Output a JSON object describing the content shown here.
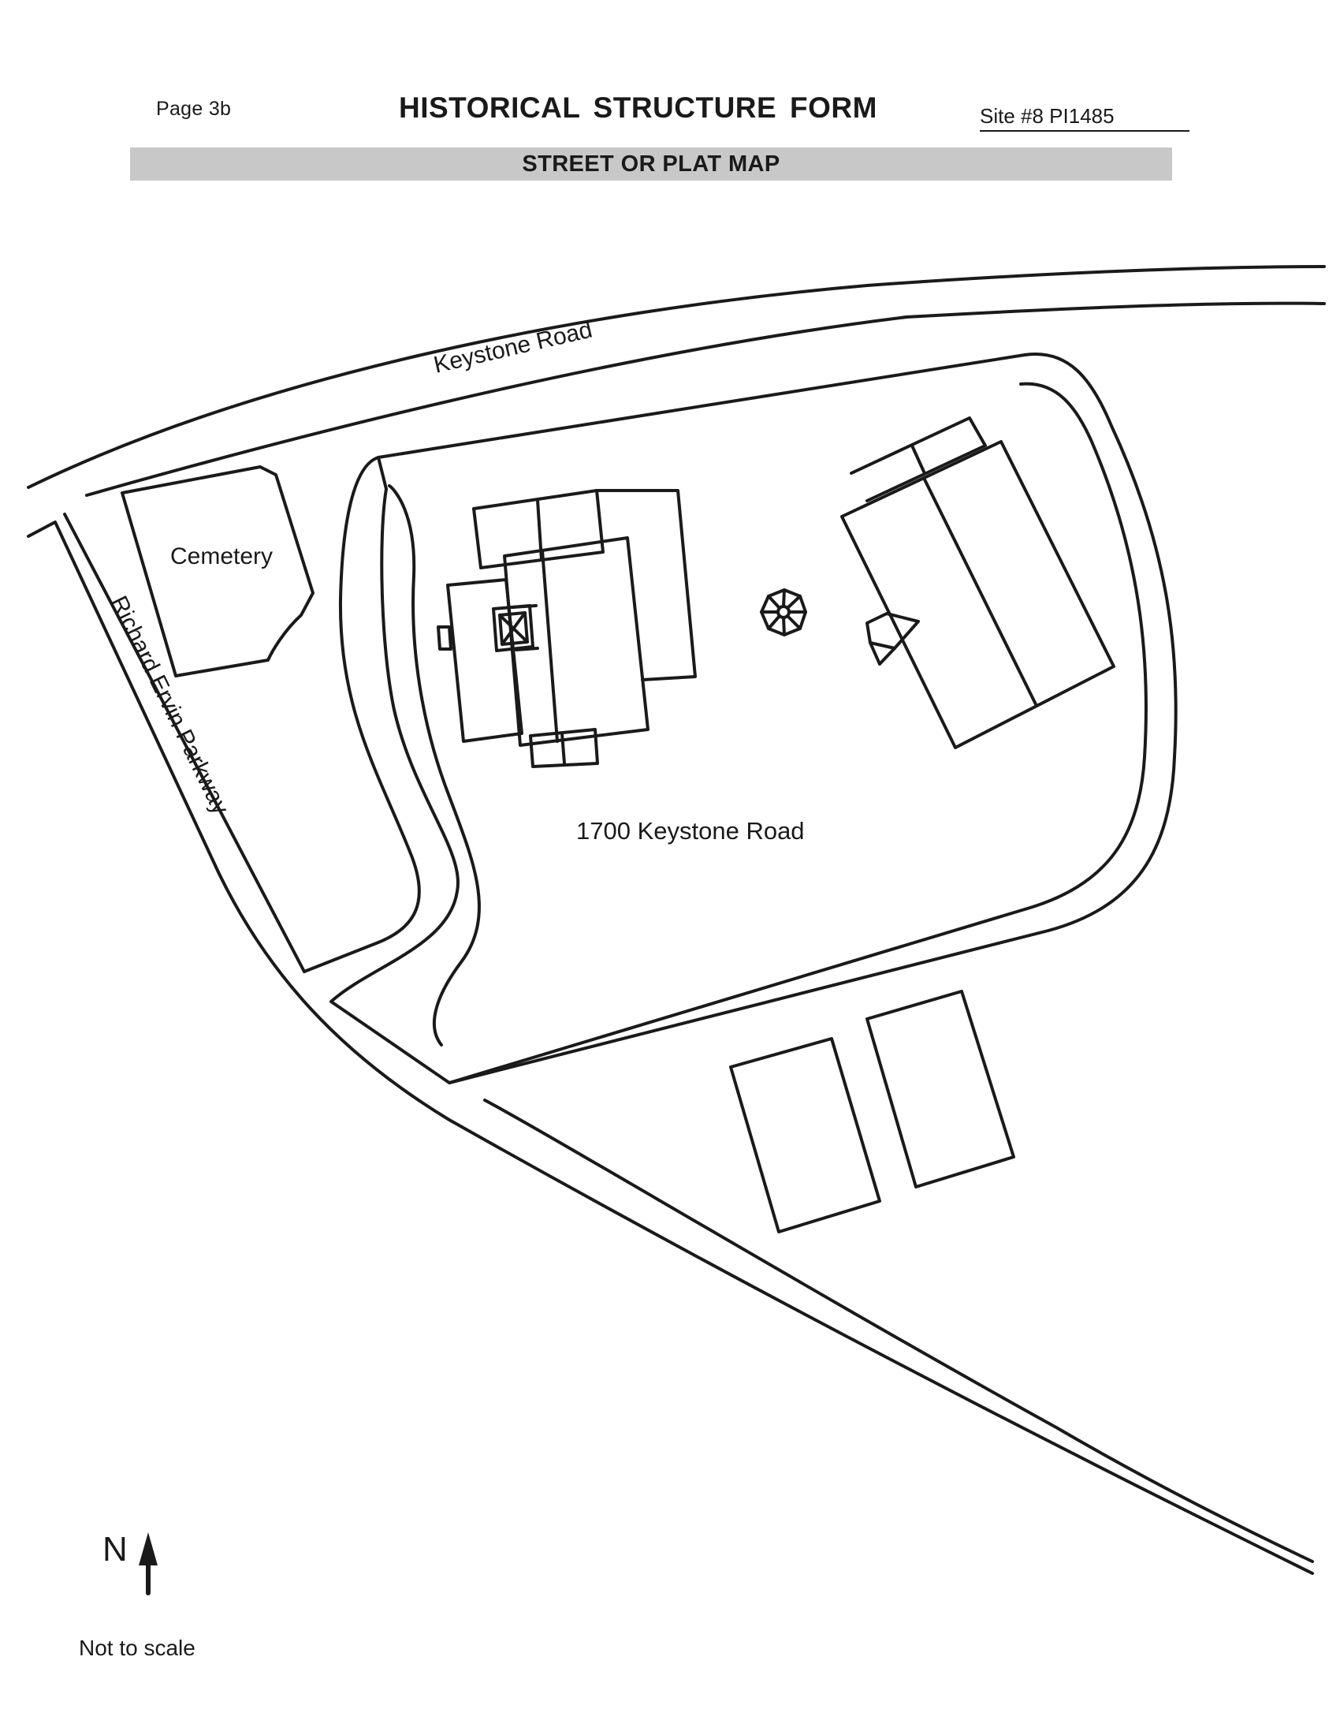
{
  "header": {
    "page_label": "Page 3b",
    "form_title": "HISTORICAL  STRUCTURE FORM",
    "site_label": "Site #8  PI1485"
  },
  "section": {
    "title": "STREET OR PLAT MAP"
  },
  "map": {
    "labels": {
      "keystone_road": "Keystone Road",
      "richard_ervin_parkway": "Richard Ervin Parkway",
      "cemetery": "Cemetery",
      "address": "1700 Keystone Road"
    },
    "line_color": "#1a1a1a",
    "north_arrow": {
      "letter": "N",
      "note": "Not to scale"
    }
  }
}
